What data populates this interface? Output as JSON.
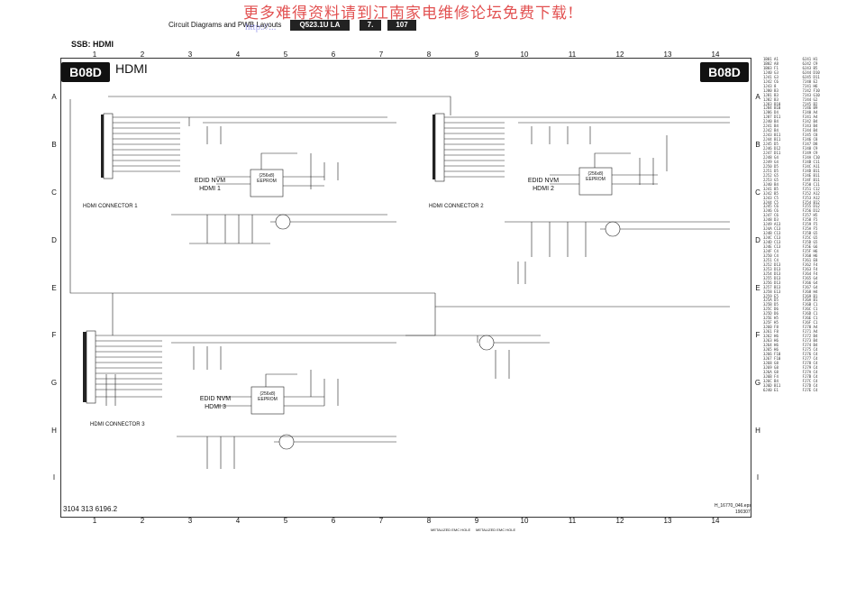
{
  "header": {
    "title": "Circuit Diagrams and PWB Layouts",
    "model": "Q523.1U LA",
    "section": "7.",
    "page": "107"
  },
  "watermark": {
    "line1": "更多难得资料请到江南家电维修论坛免费下载!",
    "line2": "http://..."
  },
  "ssb_label": "SSB: HDMI",
  "badge_left": "B08D",
  "badge_right": "B08D",
  "sheet_title": "HDMI",
  "column_numbers": [
    "1",
    "2",
    "3",
    "4",
    "5",
    "6",
    "7",
    "8",
    "9",
    "10",
    "11",
    "12",
    "13",
    "14"
  ],
  "row_letters": [
    "A",
    "B",
    "C",
    "D",
    "E",
    "F",
    "G",
    "H",
    "I"
  ],
  "blocks": {
    "connector1": "HDMI CONNECTOR 1",
    "connector2": "HDMI CONNECTOR 2",
    "connector3": "HDMI CONNECTOR 3",
    "nvm1": {
      "title": "EDID NVM",
      "sub": "HDMI 1",
      "chip": "(256x8)",
      "chip2": "EEPROM"
    },
    "nvm2": {
      "title": "EDID NVM",
      "sub": "HDMI 2",
      "chip": "(256x8)",
      "chip2": "EEPROM"
    },
    "nvm3": {
      "title": "EDID NVM",
      "sub": "HDMI 3",
      "chip": "(256x8)",
      "chip2": "EEPROM"
    }
  },
  "footer": {
    "left": "3104 313 6196.2",
    "right": "H_16770_046.eps",
    "date": "190307",
    "hole1": "METALIZED EMC HOLE",
    "hole2": "METALIZED EMC HOLE"
  },
  "index_list": [
    "1B01 A1",
    "1B02 A8",
    "1B03 F1",
    "1J40 G3",
    "1J41 G3",
    "1J42 C6",
    "1J43 8",
    "1J80 B3",
    "1J81 B3",
    "1J82 B3",
    "1J83 B10",
    "1J84 B10",
    "1J86 D4",
    "1J87 D11",
    "2J40 B4",
    "2J41 B4",
    "2J42 B4",
    "2J43 B11",
    "2J44 B11",
    "2J45 D5",
    "2J46 D12",
    "2J47 D11",
    "2J48 G4",
    "2J49 G4",
    "2J50 D5",
    "2J51 D5",
    "2J52 G5",
    "2J53 G5",
    "3J40 B4",
    "3J41 B5",
    "3J42 B5",
    "3J43 C5",
    "3J44 C5",
    "3J45 C6",
    "3J46 C6",
    "3J47 C6",
    "3J48 D3",
    "3J49 A13",
    "3J4A C13",
    "3J4B C13",
    "3J4C C13",
    "3J4D C13",
    "3J4E C13",
    "3J4F C4",
    "3J50 C4",
    "3J51 C4",
    "3J52 D13",
    "3J53 D13",
    "3J54 D13",
    "3J55 D13",
    "3J56 D13",
    "3J57 B13",
    "3J58 E13",
    "3J59 E5",
    "3J5A D5",
    "3J5B D5",
    "3J5C D6",
    "3J5D D6",
    "3J5E H5",
    "3J5F H5",
    "3J60 F8",
    "3J61 F8",
    "3J62 H6",
    "3J63 H6",
    "3J64 H6",
    "3J65 H6",
    "3J66 F10",
    "3J67 F10",
    "3J68 G8",
    "3J69 G8",
    "3J6A G8",
    "3J6B F4",
    "3J6C B4",
    "3J6D B11",
    "6J40 E1",
    "6J41 H1",
    "6J42 C9",
    "6J43 B5",
    "6J44 D10",
    "6J45 D11",
    "7J40 E2",
    "7J41 H6",
    "7J42 F10",
    "7J43 G10",
    "7J44 G2",
    "7J45 B2",
    "7J46 B9",
    "FJ40 A4",
    "FJ41 A4",
    "FJ42 B4",
    "FJ43 B4",
    "FJ44 B4",
    "FJ45 C8",
    "FJ46 C8",
    "FJ47 D8",
    "FJ48 C9",
    "FJ49 C9",
    "FJ4A C10",
    "FJ4B C11",
    "FJ4C A11",
    "FJ4D B11",
    "FJ4E B11",
    "FJ4F B11",
    "FJ50 C11",
    "FJ51 C12",
    "FJ52 A12",
    "FJ53 A12",
    "FJ54 B12",
    "FJ55 D12",
    "FJ56 D12",
    "FJ57 H5",
    "FJ58 F5",
    "FJ59 F5",
    "FJ5A F5",
    "FJ5B G5",
    "FJ5C G5",
    "FJ5D G5",
    "FJ5E G6",
    "FJ5F H6",
    "FJ60 H6",
    "FJ61 E8",
    "FJ62 F4",
    "FJ63 F4",
    "FJ64 F4",
    "FJ65 G4",
    "FJ66 G4",
    "FJ67 G4",
    "FJ68 H4",
    "FJ69 B1",
    "FJ6A B1",
    "FJ6B C1",
    "FJ6C C1",
    "FJ6D C1",
    "FJ6E C1",
    "FJ6F C1",
    "FJ70 A4",
    "FJ71 A4",
    "FJ72 B4",
    "FJ73 B4",
    "FJ74 B4",
    "FJ75 C4",
    "FJ76 C4",
    "FJ77 C4",
    "FJ78 C4",
    "FJ79 C4",
    "FJ7A C4",
    "FJ7B C4",
    "FJ7C C4",
    "FJ7D C4",
    "FJ7E C4"
  ],
  "colors": {
    "ink": "#111111",
    "badge": "#111111",
    "header_box": "#222222",
    "watermark": "#dd3333"
  }
}
